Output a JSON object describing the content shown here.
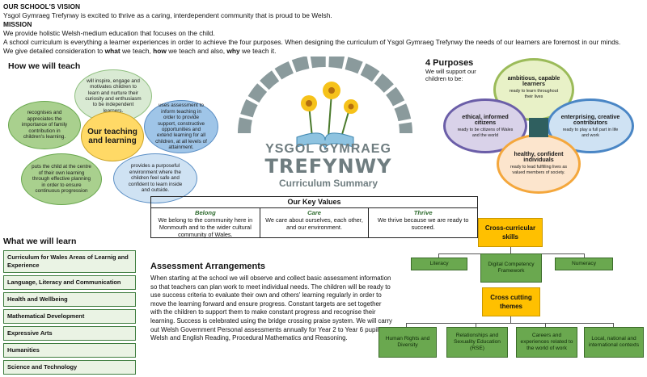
{
  "vision": {
    "vision_heading": "OUR SCHOOL'S VISION",
    "vision_text": "Ysgol Gymraeg Trefynwy is excited to thrive as a caring, interdependent community that is proud to be Welsh.",
    "mission_heading": "MISSION",
    "mission_line1": "We provide holistic Welsh-medium education that focuses on the child.",
    "mission_line2": "A school curriculum is everything a learner experiences in order to achieve the four purposes. When designing the curriculum of Ysgol Gymraeg Trefynwy the needs of our learners are foremost in our minds.",
    "mission_line3_a": "We give detailed consideration to ",
    "mission_line3_what": "what",
    "mission_line3_b": " we teach, ",
    "mission_line3_how": "how",
    "mission_line3_c": " we teach and also, ",
    "mission_line3_why": "why",
    "mission_line3_d": " we teach it."
  },
  "teach": {
    "heading": "How we will teach",
    "center": "Our teaching and learning",
    "top": "will inspire, engage and motivates children to learn and nurture their curiosity and enthusiasm to be independent learners.",
    "left": "recognises and appreciates the importance of family contribution in children's learning.",
    "right": "uses assessment to inform teaching in order to provide support, constructive opportunities and extend learning for all children, at all levels of attainment.",
    "bottom_left": "puts the child at the centre of their own learning through effective planning in order to ensure continuous progression",
    "bottom_right": "provides a purposeful environment where the children feel safe and confident to learn inside and outside."
  },
  "logo": {
    "line1": "YSGOL GYMRAEG",
    "line2": "TREFYNWY",
    "line3": "Curriculum Summary"
  },
  "purposes": {
    "heading": "4 Purposes",
    "intro": "We will support our children to be:",
    "top_title": "ambitious, capable learners",
    "top_sub": "ready to learn throughout their lives",
    "left_title": "ethical, informed citizens",
    "left_sub": "ready to be citizens of Wales and the world",
    "right_title": "enterprising, creative contributors",
    "right_sub": "ready to play a full part in life and work",
    "bottom_title": "healthy, confident individuals",
    "bottom_sub": "ready to lead fulfilling lives as valued members of society."
  },
  "key_values": {
    "title": "Our Key Values",
    "belong_title": "Belong",
    "belong_text": "We belong to the community here in Monmouth and to the wider cultural community of Wales.",
    "care_title": "Care",
    "care_text": "We care about ourselves, each other, and our environment.",
    "thrive_title": "Thrive",
    "thrive_text": "We thrive because we are ready to succeed."
  },
  "learn": {
    "heading": "What we will learn",
    "items": [
      "Curriculum for Wales Areas of Learnig and Experience",
      "Language, Literacy and Communication",
      "Health and Wellbeing",
      "Mathematical Development",
      "Expressive Arts",
      "Humanities",
      "Science and Technology"
    ]
  },
  "assessment": {
    "heading": "Assessment Arrangements",
    "text": "When starting at the school we will observe and collect basic assessment information so that teachers can plan work to meet individual needs. The children will be ready to use success criteria to evaluate their own and others' learning regularly in order to move the learning forward and ensure progress. Constant targets are set together with the children to support them to make constant progress and recognise their learning. Success is celebrated using the bridge crossing praise system. We will carry out Welsh Government Personal assessments annually for Year 2 to Year 6 pupils in Welsh and English Reading, Procedural Mathematics and Reasoning."
  },
  "skills": {
    "title": "Cross-curricular skills",
    "items": [
      "Literacy",
      "Digital Competency Framework",
      "Numeracy"
    ]
  },
  "themes": {
    "title": "Cross cutting themes",
    "items": [
      "Human Rights and Diversity",
      "Relationships and Sexuality Education (RSE)",
      "Careers and experiences related to the world of work",
      "Local, national and international contexts"
    ]
  },
  "colors": {
    "green": "#6aa84f",
    "yellow": "#ffc000",
    "blue": "#4a86c5",
    "purple": "#6b5ea8",
    "orange": "#f4a73c"
  }
}
